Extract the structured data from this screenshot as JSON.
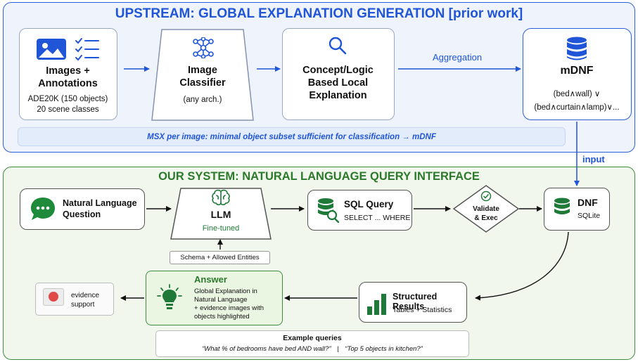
{
  "upstream": {
    "title": "UPSTREAM: GLOBAL EXPLANATION GENERATION [prior work]",
    "images_box": {
      "title_line1": "Images +",
      "title_line2": "Annotations",
      "sub_line1": "ADE20K (150 objects)",
      "sub_line2": "20 scene classes"
    },
    "classifier_box": {
      "title_line1": "Image",
      "title_line2": "Classifier",
      "sub": "(any arch.)"
    },
    "explanation_box": {
      "line1": "Concept/Logic",
      "line2": "Based Local",
      "line3": "Explanation"
    },
    "aggregation_label": "Aggregation",
    "mdnf_box": {
      "title": "mDNF",
      "formula_line1": "(bed∧wall) ∨",
      "formula_line2": "(bed∧curtain∧lamp)∨..."
    },
    "note": "MSX per image: minimal object subset sufficient for classification → mDNF",
    "input_label": "input"
  },
  "system": {
    "title": "OUR SYSTEM: NATURAL LANGUAGE QUERY INTERFACE",
    "question_box": {
      "line1": "Natural Language",
      "line2": "Question"
    },
    "llm_box": {
      "title": "LLM",
      "sub": "Fine-tuned"
    },
    "schema_label": "Schema + Allowed Entities",
    "sql_box": {
      "title": "SQL Query",
      "sub": "SELECT ... WHERE"
    },
    "validate_box": {
      "line1": "Validate",
      "line2": "& Exec"
    },
    "dnf_box": {
      "title": "DNF",
      "sub": "SQLite"
    },
    "results_box": {
      "title": "Structured Results",
      "sub": "Tables + Statistics"
    },
    "answer_box": {
      "title": "Answer",
      "line1": "Global Explanation in",
      "line2": "Natural Language",
      "line3": "+ evidence images with",
      "line4": "objects highlighted"
    },
    "evidence_box": {
      "line1": "evidence",
      "line2": "support"
    },
    "examples": {
      "title": "Example queries",
      "q1": "“What % of bedrooms have bed AND wall?”",
      "sep": "|",
      "q2": "“Top 5 objects in kitchen?”"
    }
  },
  "colors": {
    "blue": "#2f5fd8",
    "green": "#3f8a3f",
    "dark_green": "#1f7a3a",
    "red": "#e04848"
  }
}
